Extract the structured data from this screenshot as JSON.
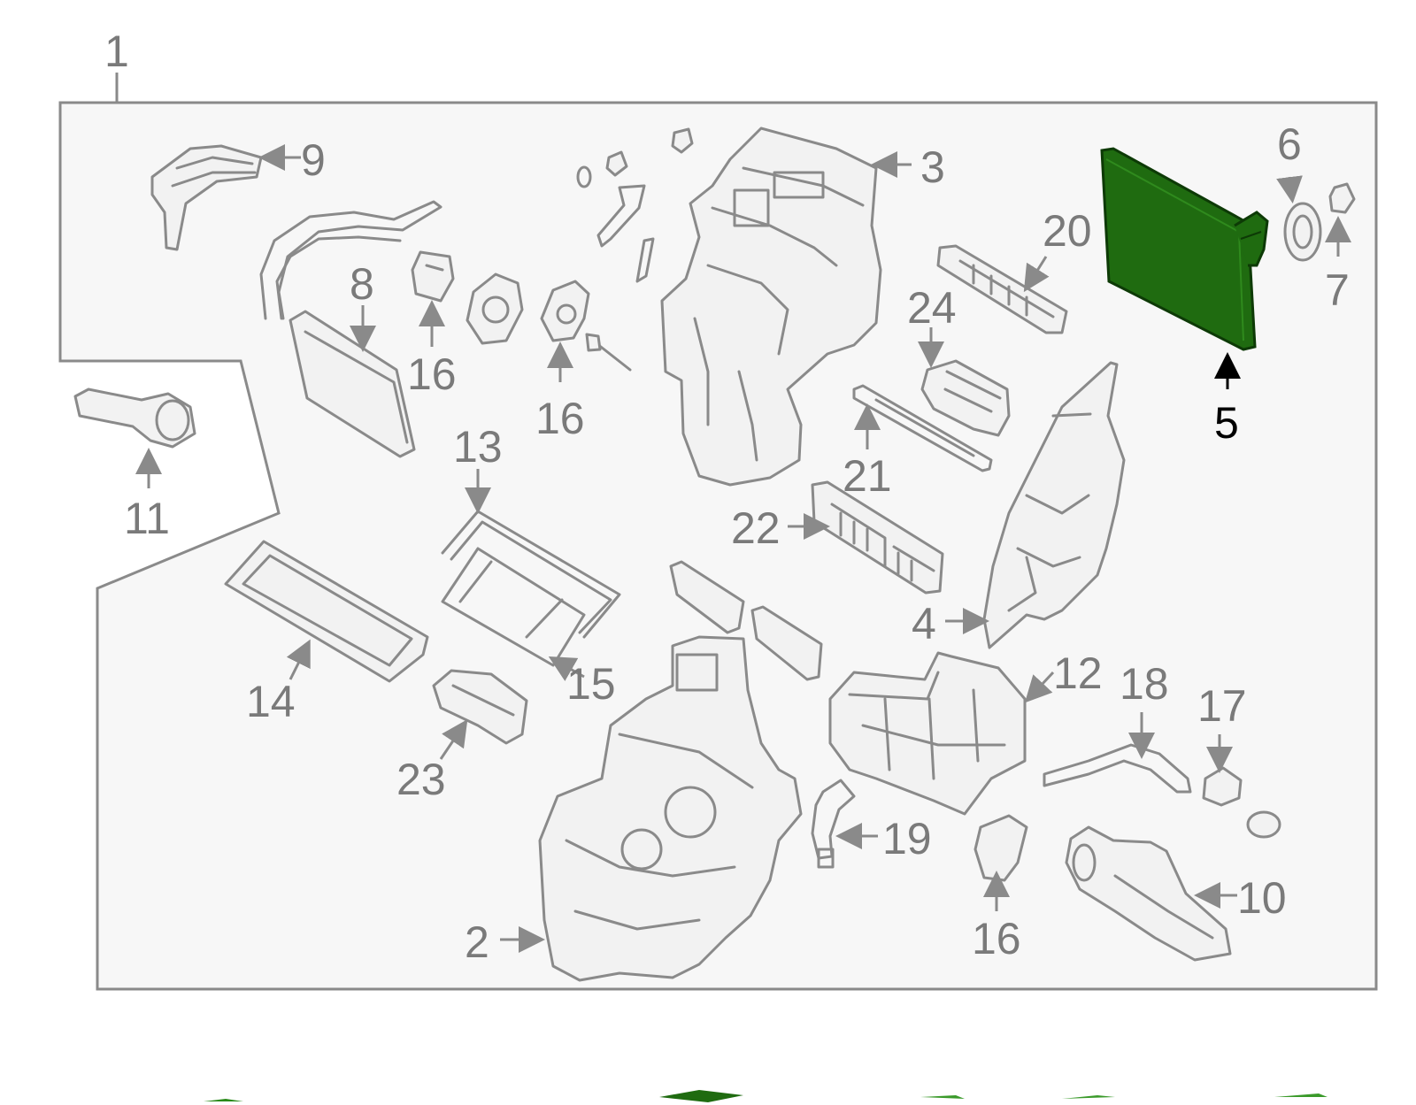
{
  "diagram": {
    "assembly_label": "1",
    "highlight_color": "#1f6b10",
    "line_color": "#8a8a8a",
    "panel_color": "#f7f7f7",
    "highlighted_part": "5",
    "callouts": [
      {
        "id": "c1",
        "label": "1"
      },
      {
        "id": "c2",
        "label": "2"
      },
      {
        "id": "c3",
        "label": "3"
      },
      {
        "id": "c4",
        "label": "4"
      },
      {
        "id": "c5",
        "label": "5"
      },
      {
        "id": "c6",
        "label": "6"
      },
      {
        "id": "c7",
        "label": "7"
      },
      {
        "id": "c8",
        "label": "8"
      },
      {
        "id": "c9",
        "label": "9"
      },
      {
        "id": "c10",
        "label": "10"
      },
      {
        "id": "c11",
        "label": "11"
      },
      {
        "id": "c12",
        "label": "12"
      },
      {
        "id": "c13",
        "label": "13"
      },
      {
        "id": "c14",
        "label": "14"
      },
      {
        "id": "c15",
        "label": "15"
      },
      {
        "id": "c16a",
        "label": "16"
      },
      {
        "id": "c16b",
        "label": "16"
      },
      {
        "id": "c16c",
        "label": "16"
      },
      {
        "id": "c17",
        "label": "17"
      },
      {
        "id": "c18",
        "label": "18"
      },
      {
        "id": "c19",
        "label": "19"
      },
      {
        "id": "c20",
        "label": "20"
      },
      {
        "id": "c21",
        "label": "21"
      },
      {
        "id": "c22",
        "label": "22"
      },
      {
        "id": "c23",
        "label": "23"
      },
      {
        "id": "c24",
        "label": "24"
      }
    ]
  }
}
